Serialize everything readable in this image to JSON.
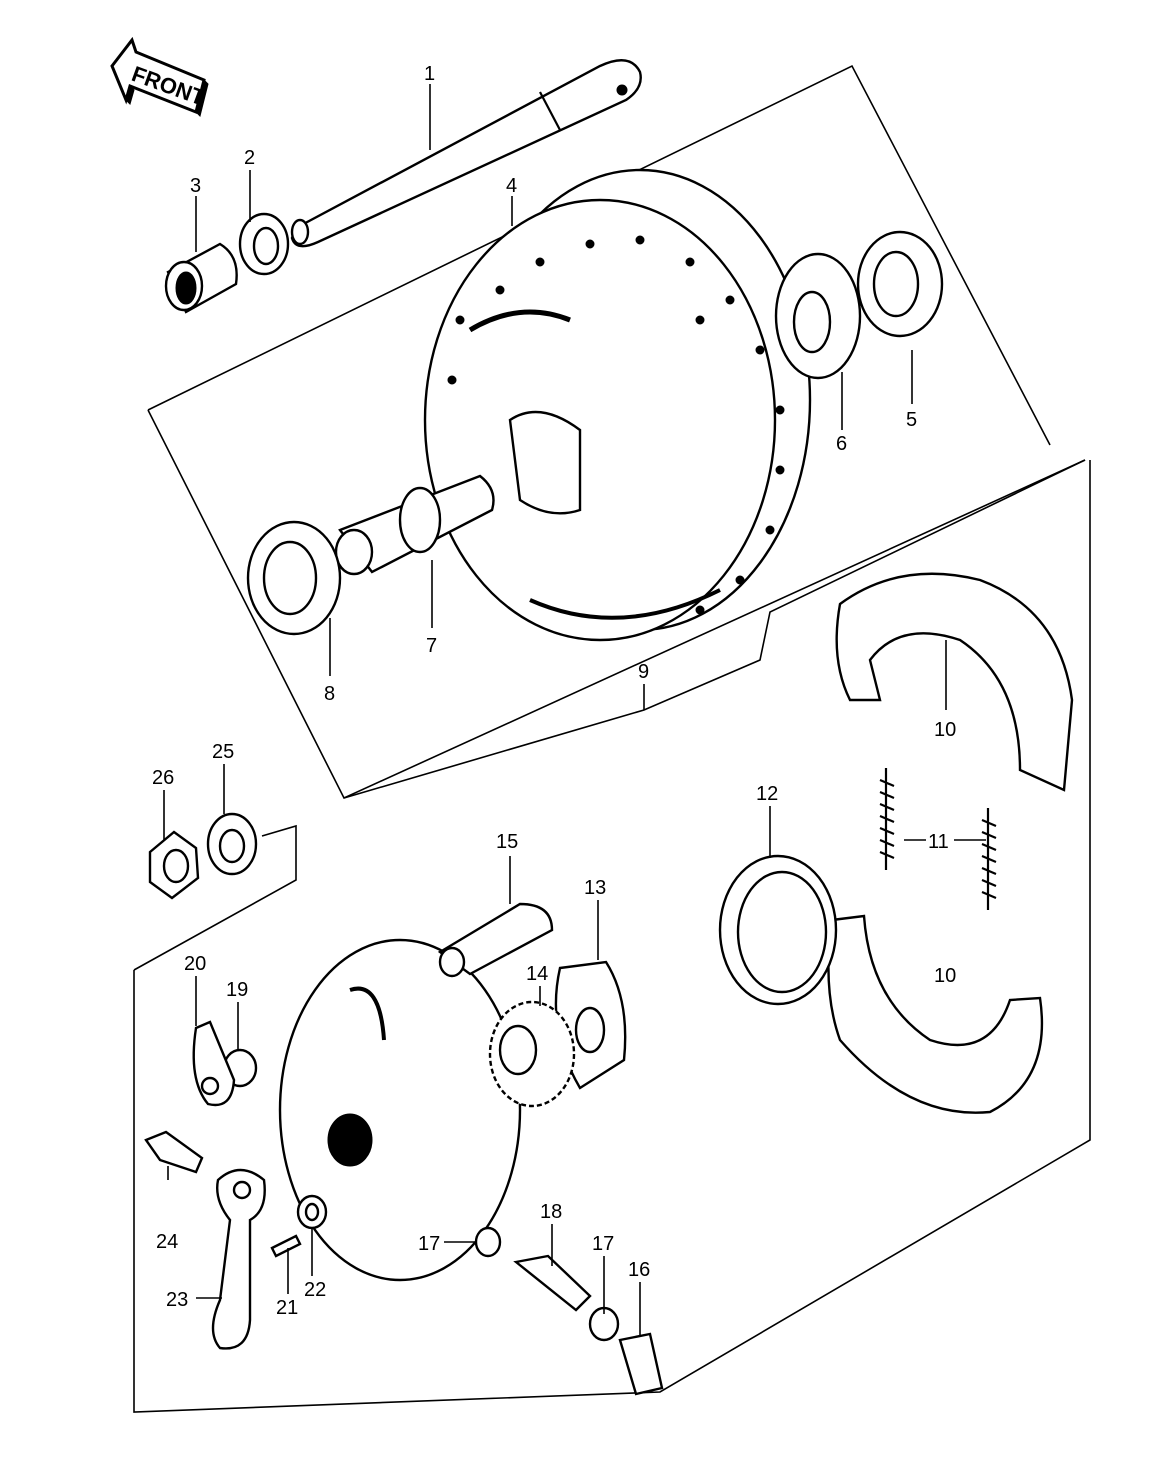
{
  "front_badge": "FRONT",
  "callouts": {
    "c1": "1",
    "c2": "2",
    "c3": "3",
    "c4": "4",
    "c5": "5",
    "c6": "6",
    "c7": "7",
    "c8": "8",
    "c9": "9",
    "c10a": "10",
    "c10b": "10",
    "c11": "11",
    "c12": "12",
    "c13": "13",
    "c14": "14",
    "c15": "15",
    "c16": "16",
    "c17a": "17",
    "c17b": "17",
    "c18": "18",
    "c19": "19",
    "c20": "20",
    "c21": "21",
    "c22": "22",
    "c23": "23",
    "c24": "24",
    "c25": "25",
    "c26": "26"
  }
}
